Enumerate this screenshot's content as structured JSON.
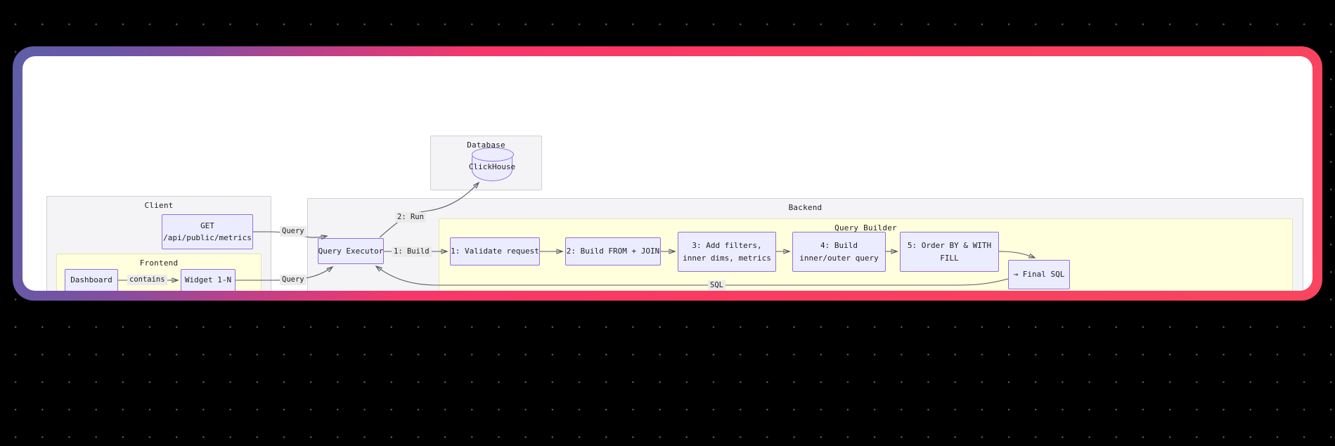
{
  "canvas": {
    "background_color": "#000000",
    "dot_color": "#5a5a5a",
    "card_background": "#ffffff",
    "border_gradient_from": "#5d5fa6",
    "border_gradient_to": "#fa3f60",
    "node_fill": "#ececff",
    "node_stroke": "#9370db",
    "group_fill": "#f4f4f6",
    "group_yellow_fill": "#ffffde",
    "edge_stroke": "#555a66"
  },
  "groups": {
    "client": {
      "label": "Client"
    },
    "frontend": {
      "label": "Frontend"
    },
    "database": {
      "label": "Database"
    },
    "backend": {
      "label": "Backend"
    },
    "query_builder": {
      "label": "Query Builder"
    }
  },
  "nodes": {
    "get_metrics": {
      "line1": "GET",
      "line2": "/api/public/metrics"
    },
    "dashboard": {
      "label": "Dashboard"
    },
    "widget": {
      "label": "Widget 1-N"
    },
    "clickhouse": {
      "label": "ClickHouse"
    },
    "query_executor": {
      "label": "Query Executor"
    },
    "step1": {
      "label": "1: Validate request"
    },
    "step2": {
      "label": "2: Build FROM + JOIN"
    },
    "step3": {
      "line1": "3: Add filters,",
      "line2": "inner dims, metrics"
    },
    "step4": {
      "line1": "4: Build",
      "line2": "inner/outer query"
    },
    "step5": {
      "line1": "5: Order BY & WITH",
      "line2": "FILL"
    },
    "final_sql": {
      "label": "→ Final SQL"
    }
  },
  "edge_labels": {
    "contains": "contains",
    "query_top": "Query",
    "query_bottom": "Query",
    "run": "2: Run",
    "build": "1: Build",
    "sql": "SQL"
  }
}
